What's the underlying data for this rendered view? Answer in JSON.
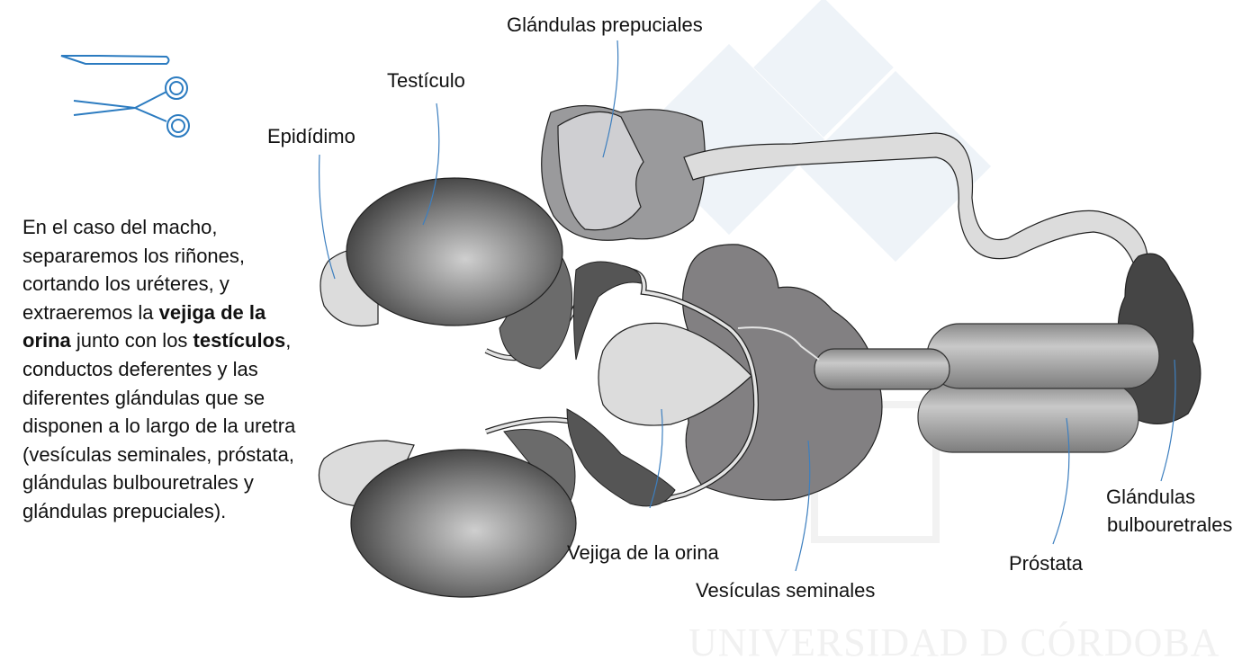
{
  "paragraph": {
    "t1": "En el caso del macho, separaremos los riñones, cortando los uréteres, y extraeremos la ",
    "b1": "vejiga de la orina",
    "t2": " junto con los ",
    "b2": "testículos",
    "t3": ", conductos deferentes y las diferentes glándulas que se disponen a lo largo de la uretra (vesículas seminales, próstata, glándulas bulbouretrales y glándulas prepuciales)."
  },
  "labels": {
    "glandulas_prepuciales": "Glándulas prepuciales",
    "testiculo": "Testículo",
    "epididimo": "Epidídimo",
    "vejiga": "Vejiga de la orina",
    "vesiculas": "Vesículas seminales",
    "prostata": "Próstata",
    "bulbouretrales_1": "Glándulas",
    "bulbouretrales_2": "bulbouretrales"
  },
  "watermark": "UNIVERSIDAD D CÓRDOBA",
  "icons": {
    "tools": "scalpel-and-scissors-icon"
  },
  "colors": {
    "leader": "#3d7fbf",
    "icon": "#2b7bc0"
  }
}
